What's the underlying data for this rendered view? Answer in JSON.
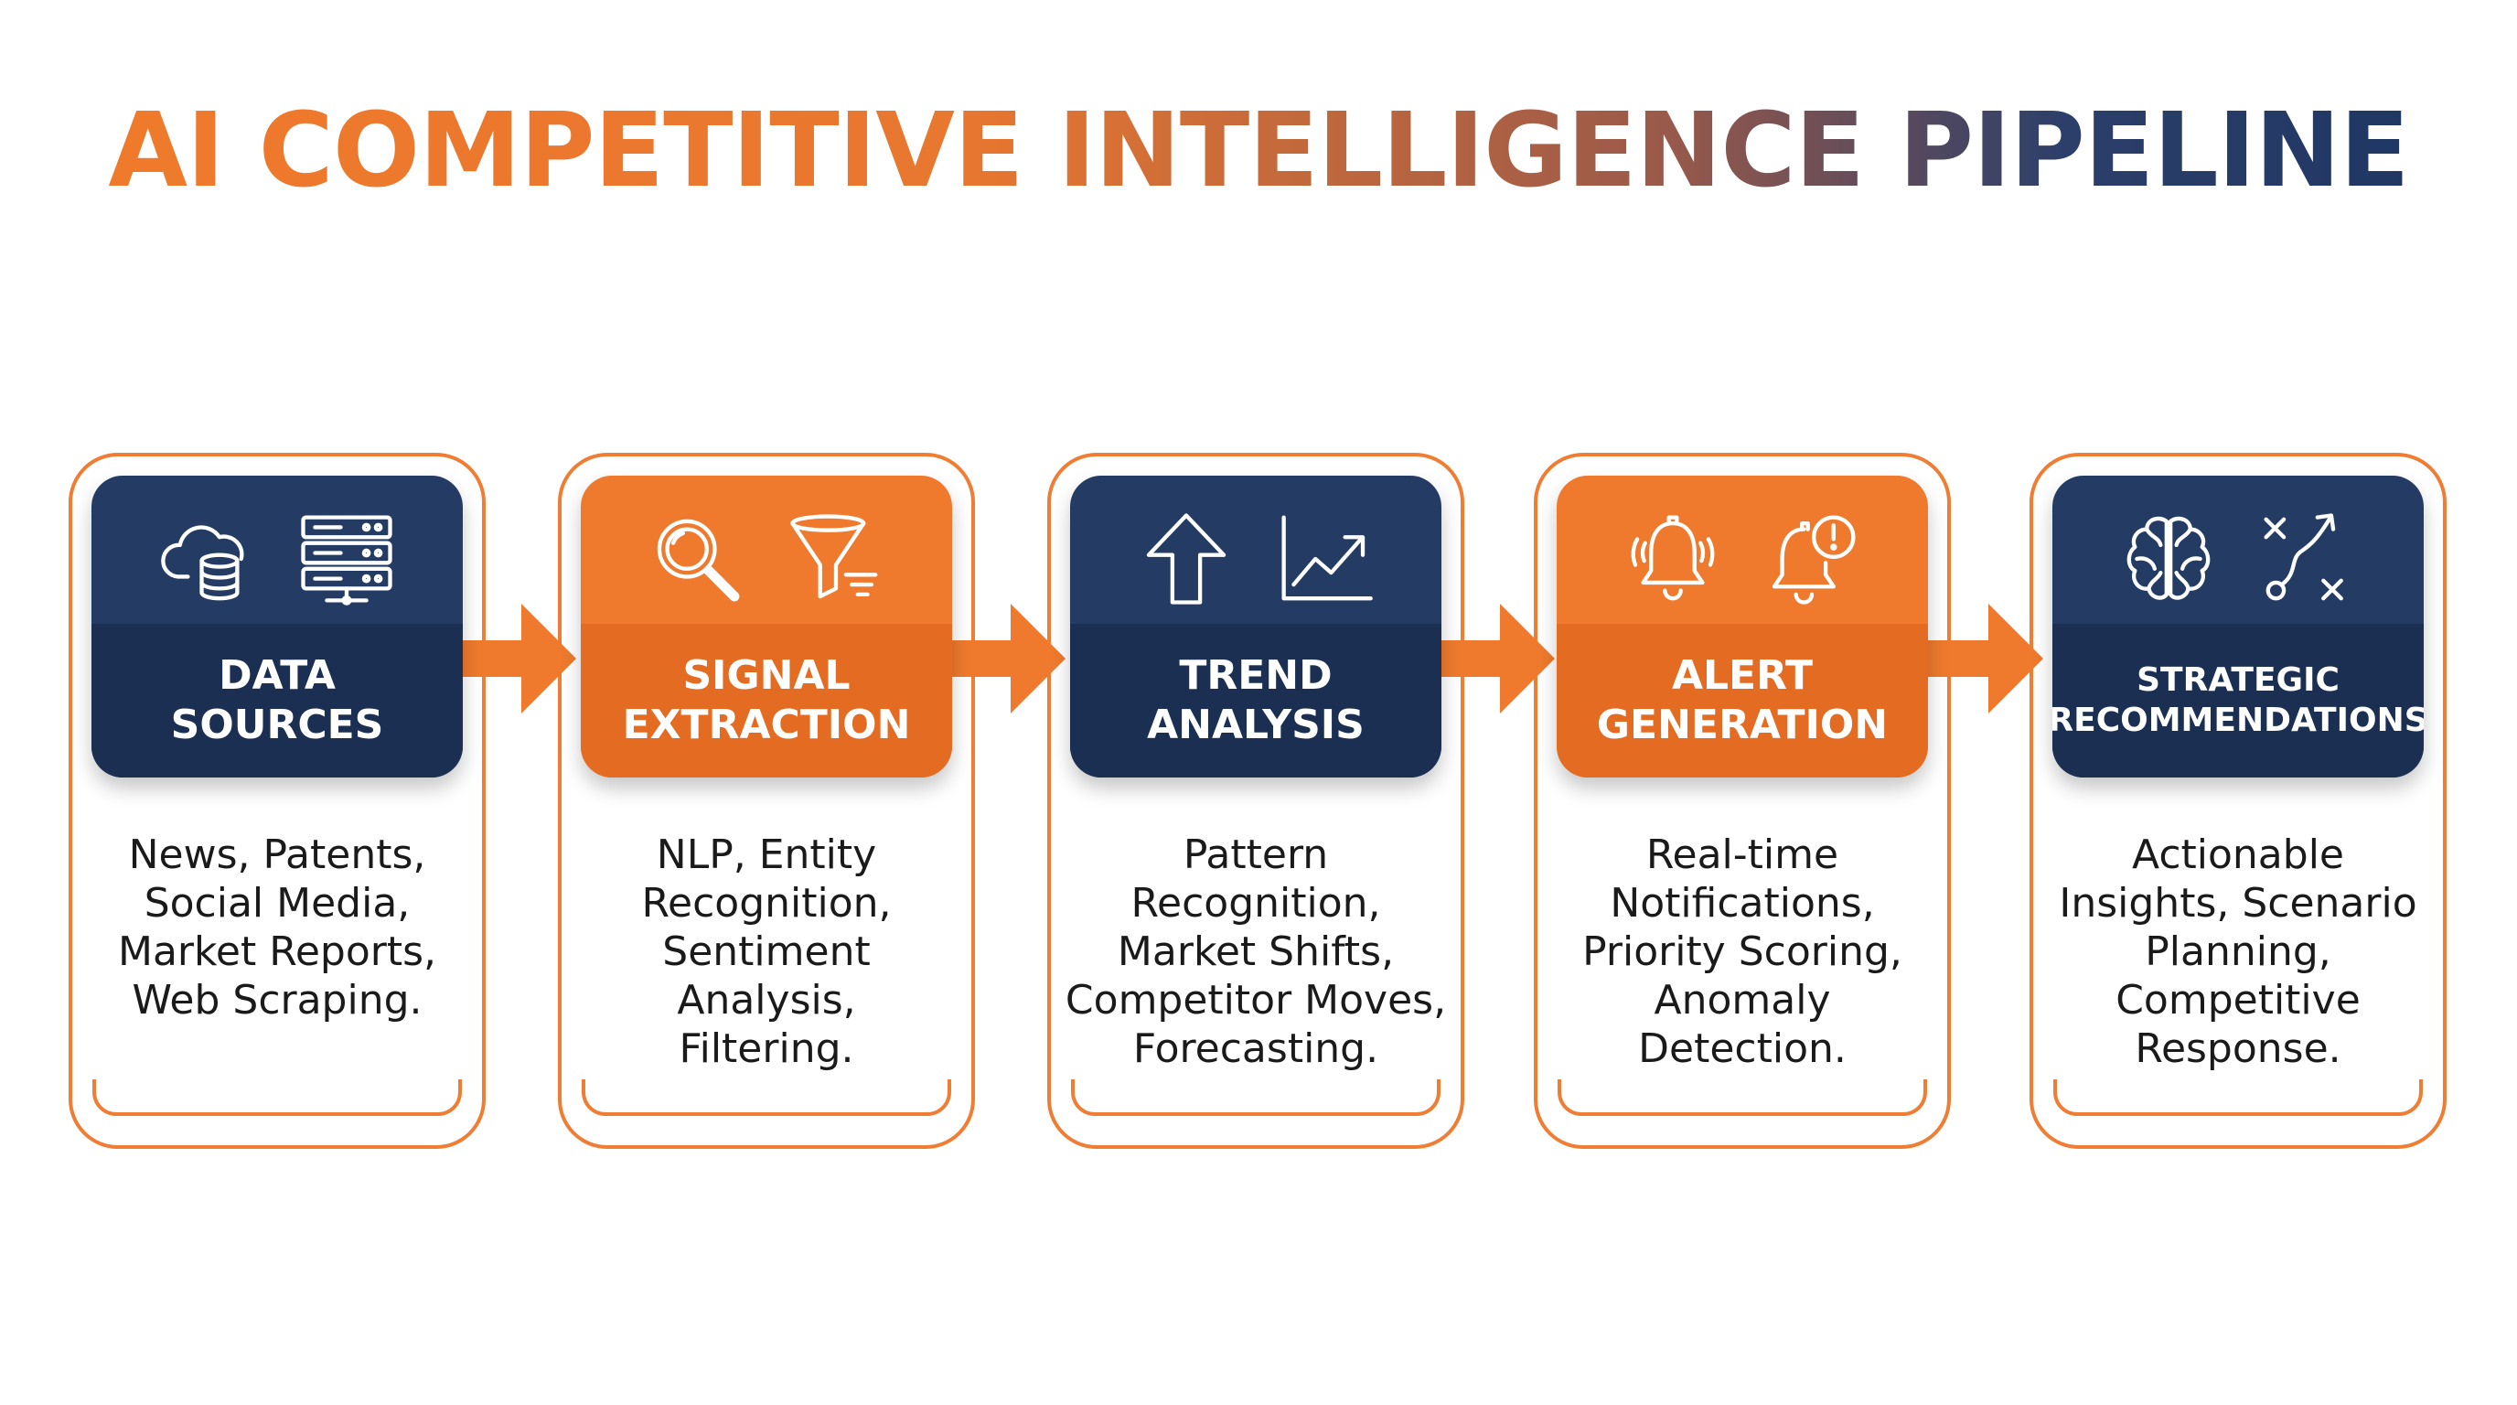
{
  "title": "AI COMPETITIVE INTELLIGENCE PIPELINE",
  "colors": {
    "orange": "#ef7a2d",
    "navy": "#1b2f52",
    "text": "#1a1a1a"
  },
  "stages": [
    {
      "label": "DATA\nSOURCES",
      "theme": "navy",
      "icons": [
        "cloud-database-icon",
        "server-icon"
      ],
      "description": "News, Patents,\nSocial Media,\nMarket Reports,\nWeb Scraping."
    },
    {
      "label": "SIGNAL\nEXTRACTION",
      "theme": "orange",
      "icons": [
        "magnifier-icon",
        "filter-funnel-icon"
      ],
      "description": "NLP, Entity\nRecognition,\nSentiment\nAnalysis,\nFiltering."
    },
    {
      "label": "TREND\nANALYSIS",
      "theme": "navy",
      "icons": [
        "up-arrow-icon",
        "line-chart-icon"
      ],
      "description": "Pattern\nRecognition,\nMarket Shifts,\nCompetitor Moves,\nForecasting."
    },
    {
      "label": "ALERT\nGENERATION",
      "theme": "orange",
      "icons": [
        "ringing-bell-icon",
        "bell-alert-icon"
      ],
      "description": "Real-time\nNotifications,\nPriority Scoring,\nAnomaly\nDetection."
    },
    {
      "label": "STRATEGIC\nRECOMMENDATIONS",
      "theme": "navy",
      "icons": [
        "brain-icon",
        "strategy-play-icon"
      ],
      "description": "Actionable\nInsights, Scenario\nPlanning,\nCompetitive\nResponse."
    }
  ]
}
